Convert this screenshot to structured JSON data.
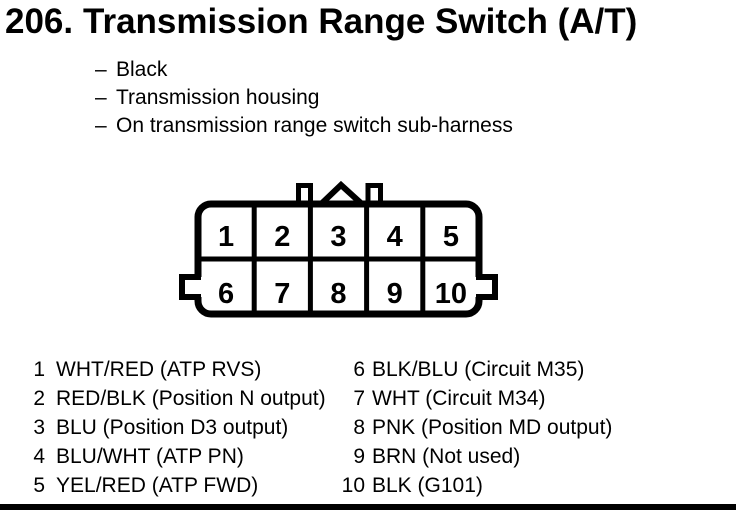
{
  "title": {
    "number": "206.",
    "text": "Transmission Range Switch (A/T)"
  },
  "bullet_marker": "–",
  "bullets": [
    "Black",
    "Transmission housing",
    "On transmission range switch sub-harness"
  ],
  "connector": {
    "top_row": [
      "1",
      "2",
      "3",
      "4",
      "5"
    ],
    "bottom_row": [
      "6",
      "7",
      "8",
      "9",
      "10"
    ]
  },
  "pin_list": {
    "left": [
      {
        "pin": "1",
        "desc": "WHT/RED (ATP RVS)"
      },
      {
        "pin": "2",
        "desc": "RED/BLK (Position N output)"
      },
      {
        "pin": "3",
        "desc": "BLU (Position D3 output)"
      },
      {
        "pin": "4",
        "desc": "BLU/WHT (ATP PN)"
      },
      {
        "pin": "5",
        "desc": "YEL/RED (ATP FWD)"
      }
    ],
    "right": [
      {
        "pin": "6",
        "desc": "BLK/BLU (Circuit M35)"
      },
      {
        "pin": "7",
        "desc": "WHT (Circuit M34)"
      },
      {
        "pin": "8",
        "desc": "PNK (Position MD output)"
      },
      {
        "pin": "9",
        "desc": "BRN (Not used)"
      },
      {
        "pin": "10",
        "desc": "BLK (G101)"
      }
    ]
  },
  "colors": {
    "ink": "#000000",
    "background": "#ffffff"
  }
}
